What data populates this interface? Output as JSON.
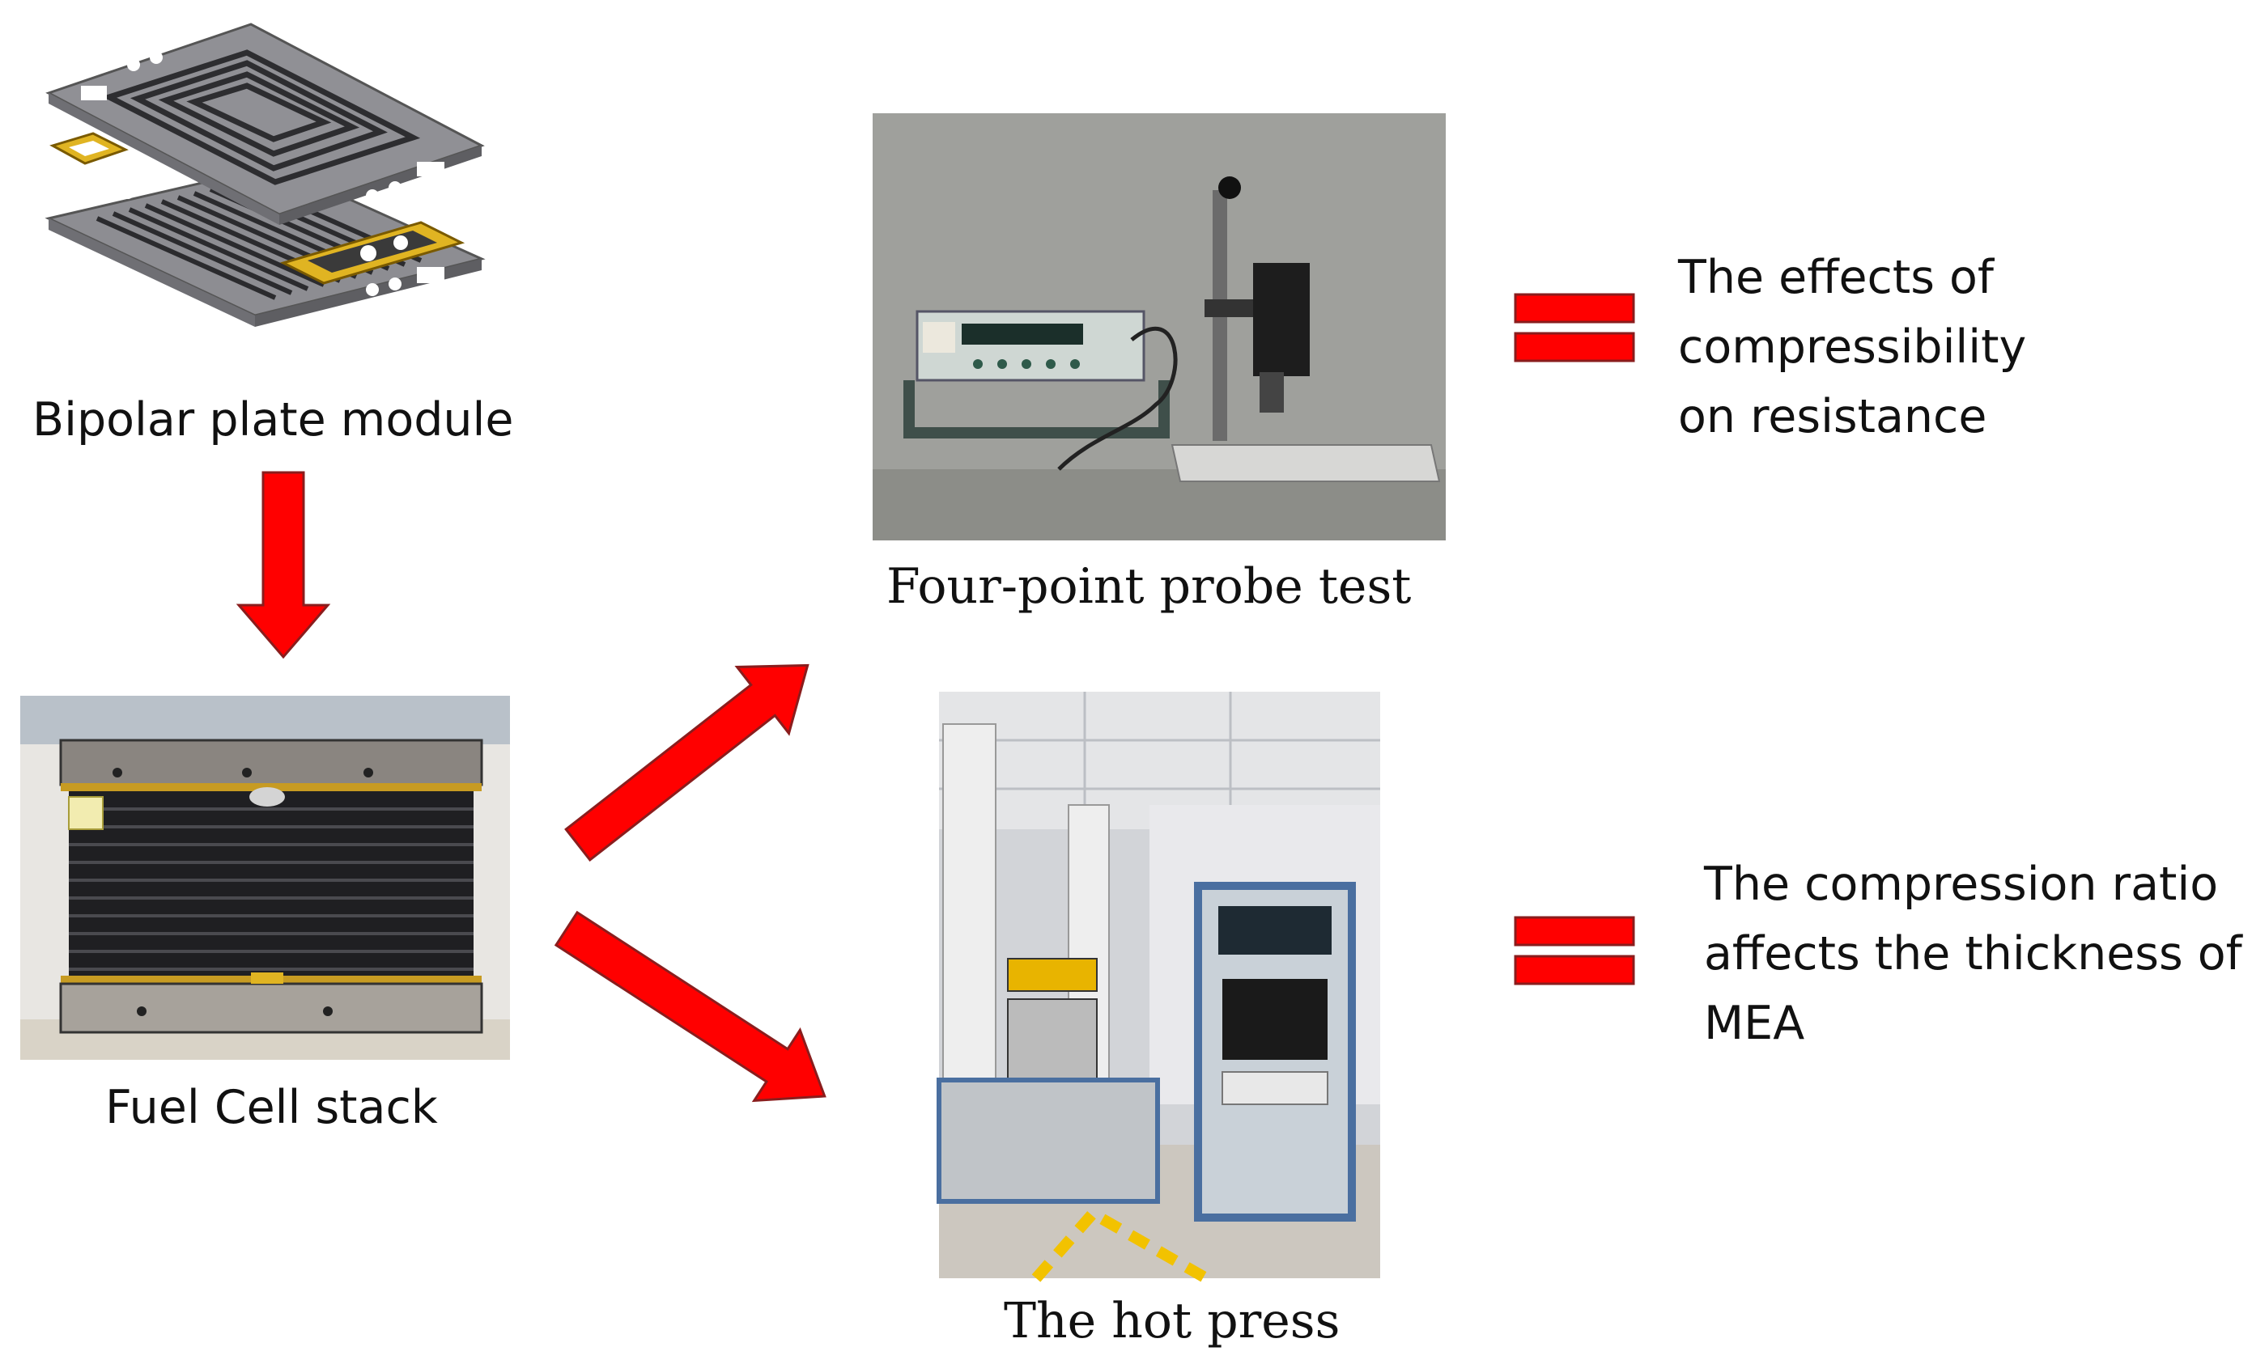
{
  "labels": {
    "bipolar": "Bipolar plate module",
    "fuel_cell": "Fuel Cell stack",
    "four_point": "Four-point probe test",
    "hot_press": "The hot press",
    "probe_result": [
      "The effects of",
      "compressibility",
      "on resistance"
    ],
    "press_result": [
      "The compression ratio",
      "affects the thickness of",
      "MEA"
    ]
  },
  "colors": {
    "arrow": "#ff0000",
    "arrow_outline": "#8a1d1d"
  }
}
